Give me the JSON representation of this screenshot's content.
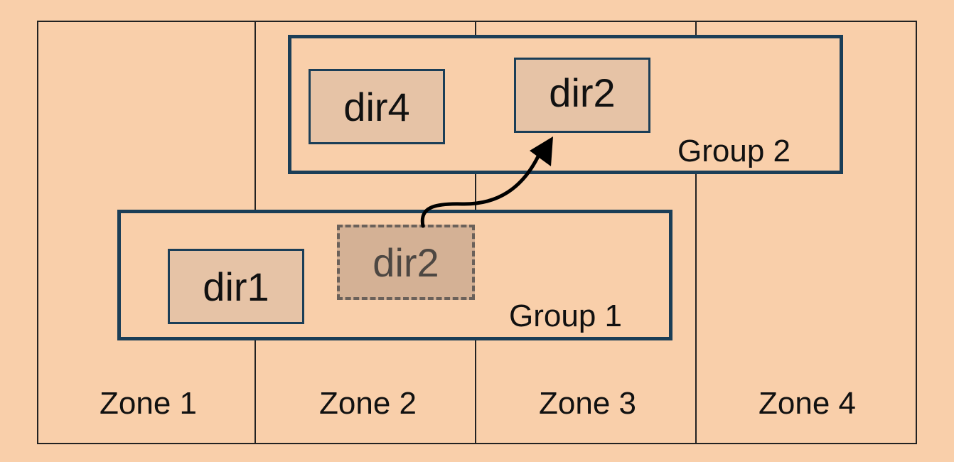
{
  "zones": [
    {
      "label": "Zone 1"
    },
    {
      "label": "Zone 2"
    },
    {
      "label": "Zone 3"
    },
    {
      "label": "Zone 4"
    }
  ],
  "group1": {
    "label": "Group 1",
    "dirs": [
      {
        "label": "dir1"
      },
      {
        "label": "dir2",
        "state": "moving"
      }
    ]
  },
  "group2": {
    "label": "Group 2",
    "dirs": [
      {
        "label": "dir4"
      },
      {
        "label": "dir2"
      }
    ]
  },
  "colors": {
    "background": "#f9cfaa",
    "group_border": "#1b3e57",
    "dir_fill": "#e6c3a6",
    "ghost_fill": "#d4b195"
  }
}
